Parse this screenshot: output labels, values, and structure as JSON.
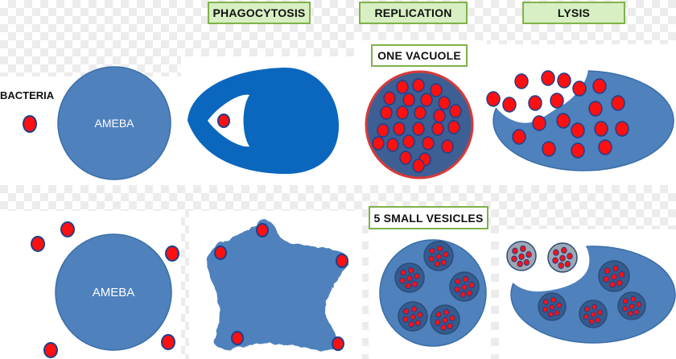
{
  "labels": {
    "phagocytosis": "PHAGOCYTOSIS",
    "replication": "REPLICATION",
    "lysis": "LYSIS",
    "one_vacuole": "ONE VACUOLE",
    "five_small_vesicles": "5 SMALL VESICLES",
    "bacteria": "BACTERIA",
    "ameba_top": "AMEBA",
    "ameba_bottom": "AMEBA"
  },
  "colors": {
    "ameba_fill": "#4f81bd",
    "ameba_stroke": "#3a6ea8",
    "phagocyte_fill": "#0b67bd",
    "bacteria_fill": "#ff1010",
    "bacteria_stroke": "#1f3f8c",
    "vacuole_fill": "#3e5f93",
    "vacuole_ring": "#d83a3a",
    "vesicle_fill": "#345c8e",
    "label_fill": "#d7efc2",
    "label_border": "#7fb24a"
  }
}
